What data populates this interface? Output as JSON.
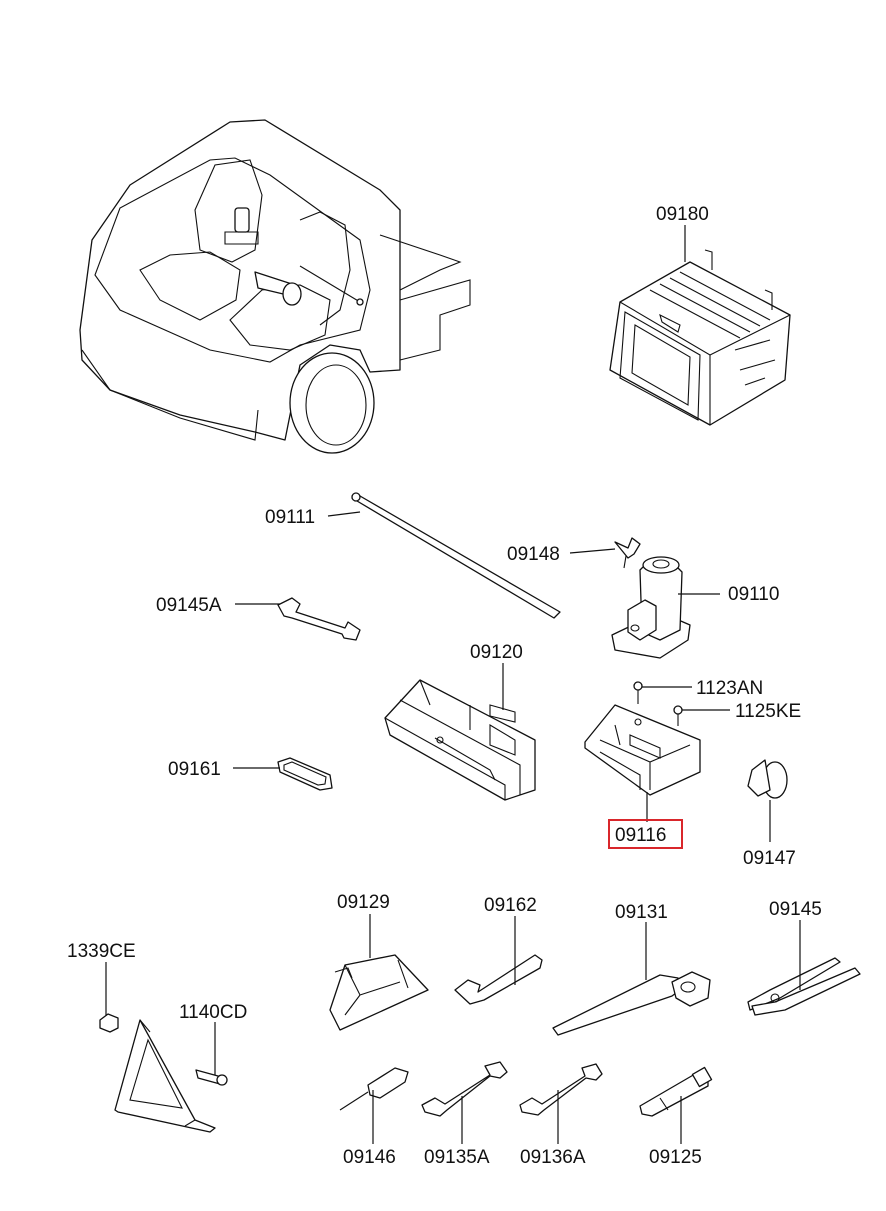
{
  "parts": [
    {
      "id": "p09180",
      "label": "09180"
    },
    {
      "id": "p09111",
      "label": "09111"
    },
    {
      "id": "p09148",
      "label": "09148"
    },
    {
      "id": "p09110",
      "label": "09110"
    },
    {
      "id": "p09145A",
      "label": "09145A"
    },
    {
      "id": "p09120",
      "label": "09120"
    },
    {
      "id": "p1123AN",
      "label": "1123AN"
    },
    {
      "id": "p1125KE",
      "label": "1125KE"
    },
    {
      "id": "p09161",
      "label": "09161"
    },
    {
      "id": "p09116",
      "label": "09116",
      "highlighted": true
    },
    {
      "id": "p09147",
      "label": "09147"
    },
    {
      "id": "p09129",
      "label": "09129"
    },
    {
      "id": "p09162",
      "label": "09162"
    },
    {
      "id": "p09131",
      "label": "09131"
    },
    {
      "id": "p09145",
      "label": "09145"
    },
    {
      "id": "p1339CE",
      "label": "1339CE"
    },
    {
      "id": "p1140CD",
      "label": "1140CD"
    },
    {
      "id": "p09146",
      "label": "09146"
    },
    {
      "id": "p09135A",
      "label": "09135A"
    },
    {
      "id": "p09136A",
      "label": "09136A"
    },
    {
      "id": "p09125",
      "label": "09125"
    }
  ],
  "colors": {
    "line": "#111111",
    "highlight": "#d9262b",
    "background": "#ffffff"
  }
}
